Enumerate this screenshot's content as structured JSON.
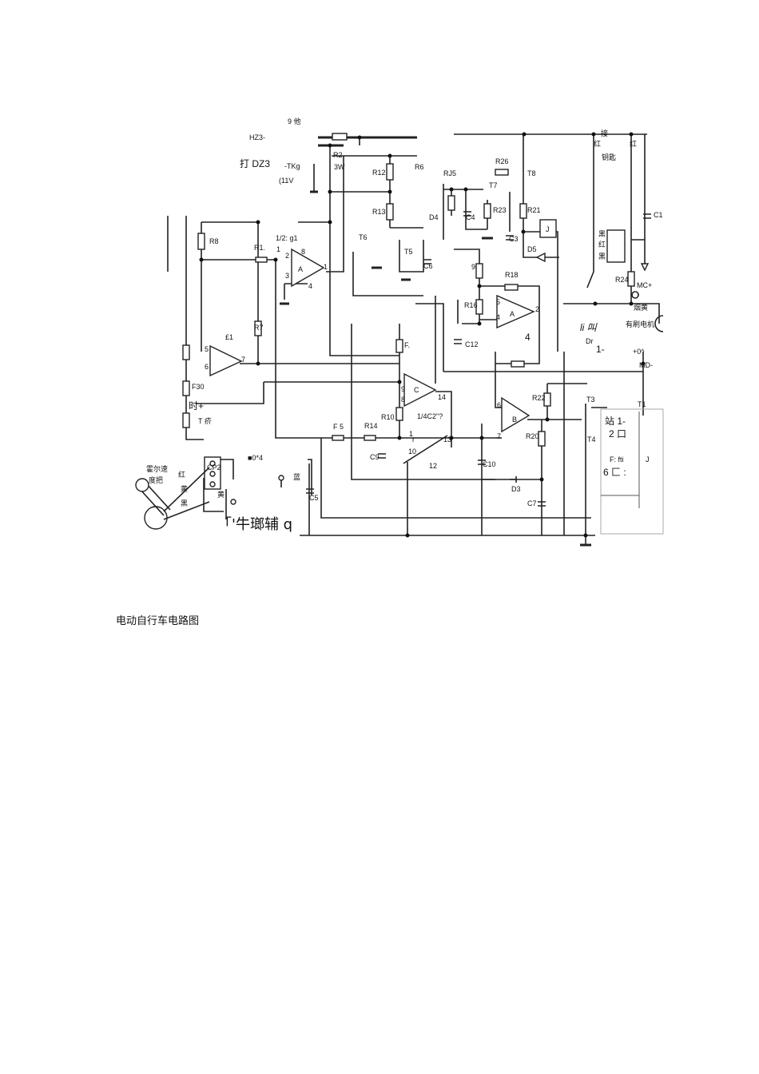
{
  "document": {
    "caption": "电动自行车电路图"
  },
  "diagram": {
    "labels": [
      "9 他",
      "HZ3-",
      "打 DZ3",
      "-TKg",
      "(11V",
      "R2",
      "3W",
      "R12",
      "R13",
      "R6",
      "R8",
      "R1.",
      "1/2: g1",
      "1",
      "2",
      "8",
      "A",
      "3",
      "4",
      "1",
      "T6",
      "T5",
      "C6",
      "D4",
      "RJ5",
      "R26",
      "T8",
      "T7",
      "C4",
      "R23",
      "R21",
      "C3",
      "J",
      "D5",
      "9",
      "R18",
      "R16",
      "5",
      "4",
      "A",
      "2",
      "C12",
      "4",
      "li 叫",
      "Dr",
      "1-",
      "+0^",
      "MD-",
      "MC+",
      "R24",
      "接",
      "红",
      "红",
      "钥匙",
      "黑",
      "红",
      "黑",
      "C1",
      "烟黄",
      "有刷电机",
      "R7",
      "£1",
      "5",
      "6",
      "7",
      "F30",
      "时+",
      "T 疥",
      "■0*4",
      "霍尔速",
      "度把",
      "红",
      "黄",
      "黑",
      "CP2",
      "黄",
      "蓝",
      "C5",
      "「'牛瑯辅 q",
      "F.",
      "9",
      "C",
      "14",
      "8",
      "R10",
      "1/4C2\"?",
      "1",
      "r",
      "13",
      "10",
      "12",
      "F 5",
      "R14",
      "C9",
      "C10",
      "6",
      "B",
      "7",
      "R22",
      "R20",
      "D3",
      "C7",
      "T3",
      "T4",
      "T1",
      "站 1-",
      "2 口",
      "F: fti",
      "J",
      "6 匚 :"
    ]
  }
}
